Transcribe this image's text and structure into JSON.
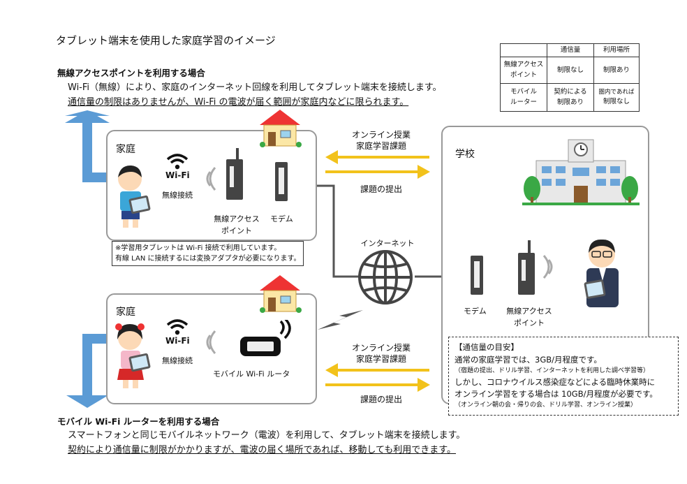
{
  "title": "タブレット端末を使用した家庭学習のイメージ",
  "wireless_section": {
    "heading": "無線アクセスポイントを利用する場合",
    "line1": "Wi-Fi（無線）により、家庭のインターネット回線を利用してタブレット端末を接続します。",
    "line2": "通信量の制限はありませんが、Wi-Fi の電波が届く範囲が家庭内などに限られます。"
  },
  "mobile_section": {
    "heading": "モバイル Wi-Fi ルーターを利用する場合",
    "line1": "スマートフォンと同じモバイルネットワーク（電波）を利用して、タブレット端末を接続します。",
    "line2": "契約により通信量に制限がかかりますが、電波の届く場所であれば、移動しても利用できます。"
  },
  "comparison_table": {
    "headers": [
      "",
      "通信量",
      "利用場所"
    ],
    "rows": [
      {
        "name_line1": "無線アクセス",
        "name_line2": "ポイント",
        "traffic": "制限なし",
        "traffic2": "",
        "place": "制限あり",
        "place2": ""
      },
      {
        "name_line1": "モバイル",
        "name_line2": "ルーター",
        "traffic": "契約による",
        "traffic2": "制限あり",
        "place": "圏内であれば",
        "place2": "制限なし"
      }
    ]
  },
  "home1": {
    "label": "家庭",
    "wifi_text": "Wi-Fi",
    "wireless_conn": "無線接続",
    "ap_line1": "無線アクセス",
    "ap_line2": "ポイント",
    "modem": "モデム"
  },
  "home2": {
    "label": "家庭",
    "wifi_text": "Wi-Fi",
    "wireless_conn": "無線接続",
    "router_label": "モバイル Wi-Fi ルータ"
  },
  "note": {
    "line1": "※学習用タブレットは Wi-Fi 接続で利用しています。",
    "line2": "有線 LAN に接続するには変換アダプタが必要になります。"
  },
  "school": {
    "label": "学校",
    "modem": "モデム",
    "ap_line1": "無線アクセス",
    "ap_line2": "ポイント"
  },
  "internet_label": "インターネット",
  "arrows_top": {
    "online1": "オンライン授業",
    "online2": "家庭学習課題",
    "submit": "課題の提出"
  },
  "arrows_bottom": {
    "online1": "オンライン授業",
    "online2": "家庭学習課題",
    "submit": "課題の提出"
  },
  "usage_box": {
    "title": "【通信量の目安】",
    "l1": "通常の家庭学習では、3GB/月程度です。",
    "s1": "（宿題の提出、ドリル学習、インターネットを利用した調べ学習等）",
    "l2": "しかし、コロナウイルス感染症などによる臨時休業時に",
    "l3": "オンライン学習をする場合は 10GB/月程度が必要です。",
    "s2": "（オンライン朝の会・帰りの会、ドリル学習、オンライン授業）"
  },
  "colors": {
    "arrow_yellow": "#f2c21b",
    "arrow_blue": "#5b9bd5",
    "border_gray": "#9a9a9a"
  }
}
